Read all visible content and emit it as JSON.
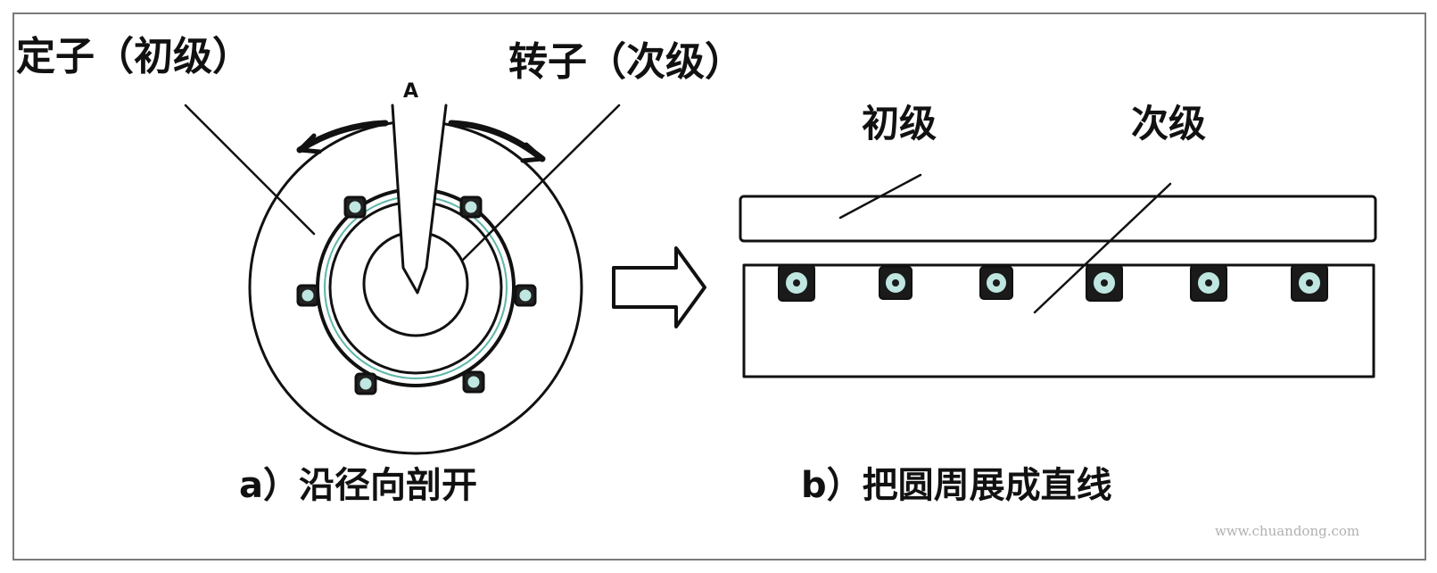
{
  "labels": {
    "stator": "定子（初级）",
    "rotor": "转子（次级）",
    "primary": "初级",
    "secondary": "次级",
    "cut_mark": "A",
    "caption_a": "a）沿径向剖开",
    "caption_b": "b）把圆周展成直线",
    "watermark": "www.chuandong.com"
  },
  "colors": {
    "ink": "#111111",
    "slot_fill": "#bfe6e0",
    "frame": "#7a7a7a"
  }
}
